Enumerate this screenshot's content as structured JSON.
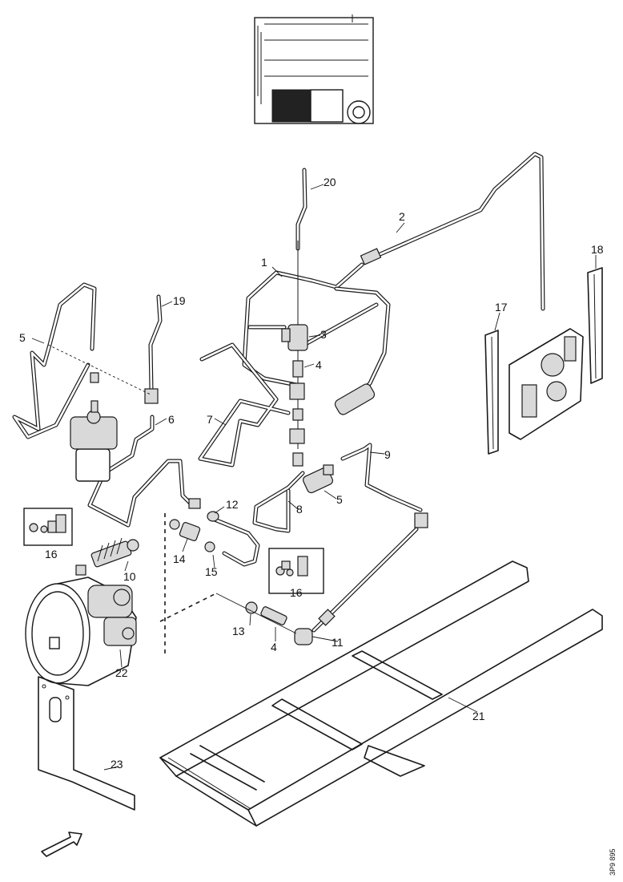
{
  "diagram": {
    "callouts": {
      "c1": "1",
      "c2": "2",
      "c3": "3",
      "c4a": "4",
      "c4b": "4",
      "c5a": "5",
      "c5b": "5",
      "c6": "6",
      "c7": "7",
      "c8": "8",
      "c9": "9",
      "c10": "10",
      "c11": "11",
      "c12": "12",
      "c13": "13",
      "c14": "14",
      "c15": "15",
      "c16a": "16",
      "c16b": "16",
      "c17": "17",
      "c18": "18",
      "c19": "19",
      "c20": "20",
      "c21": "21",
      "c22": "22",
      "c23": "23"
    },
    "figure_code": "3P9 895",
    "direction_icon": "forward-arrow-icon"
  }
}
